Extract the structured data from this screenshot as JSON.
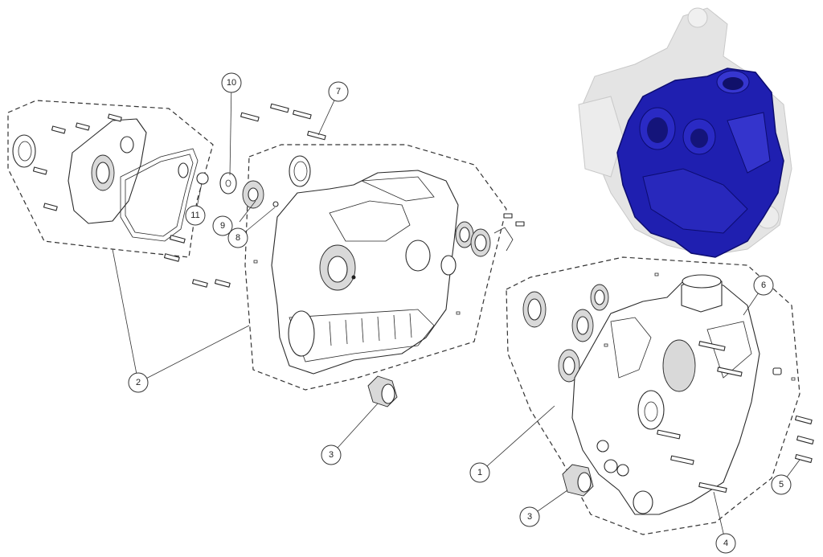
{
  "callouts": [
    {
      "id": "1",
      "label": "1"
    },
    {
      "id": "2",
      "label": "2"
    },
    {
      "id": "3a",
      "label": "3"
    },
    {
      "id": "3b",
      "label": "3"
    },
    {
      "id": "4",
      "label": "4"
    },
    {
      "id": "5",
      "label": "5"
    },
    {
      "id": "6",
      "label": "6"
    },
    {
      "id": "7",
      "label": "7"
    },
    {
      "id": "8",
      "label": "8"
    },
    {
      "id": "9",
      "label": "9"
    },
    {
      "id": "10",
      "label": "10"
    },
    {
      "id": "11",
      "label": "11"
    }
  ],
  "locator_view": {
    "highlight_color": "#1f1fb0",
    "ghost_color": "#d8d8d8"
  }
}
